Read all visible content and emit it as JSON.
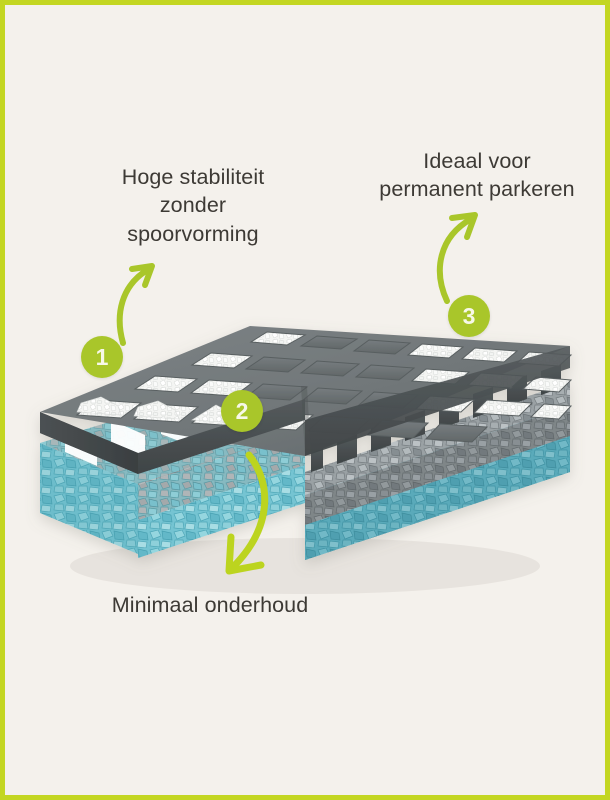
{
  "page": {
    "background_color": "#f4f1ec",
    "border_color": "#c3d622",
    "text_color": "#3d3a35",
    "accent_green": "#a9c62a",
    "language": "nl"
  },
  "callouts": [
    {
      "number": "1",
      "text": "Hoge stabiliteit\nzonder\nspoorvorming",
      "arrow": "curved-arrow-up-right-icon",
      "badge_name": "callout-badge-1"
    },
    {
      "number": "2",
      "text": "Minimaal onderhoud",
      "arrow": "curved-arrow-down-left-icon",
      "badge_name": "callout-badge-2"
    },
    {
      "number": "3",
      "text": "Ideaal voor\npermanent parkeren",
      "arrow": "curved-arrow-up-right-icon",
      "badge_name": "callout-badge-3"
    }
  ],
  "illustration": {
    "name": "permeable-paving-grid-cutaway",
    "description": "3D cutaway of a permeable paving grid system",
    "layers": [
      {
        "name": "grid-paver-top",
        "color": "#6e7477",
        "label": "grid paver"
      },
      {
        "name": "gravel-fill-cells",
        "color": "#f1f2f0",
        "label": "white gravel fill"
      },
      {
        "name": "bedding-aggregate",
        "color": "#9aa0a2",
        "label": "bedding aggregate"
      },
      {
        "name": "coarse-sub-base",
        "color": "#8d9396",
        "label": "coarse sub-base"
      },
      {
        "name": "water-saturated-base",
        "color": "#7fc9d4",
        "label": "water saturated base"
      }
    ]
  }
}
